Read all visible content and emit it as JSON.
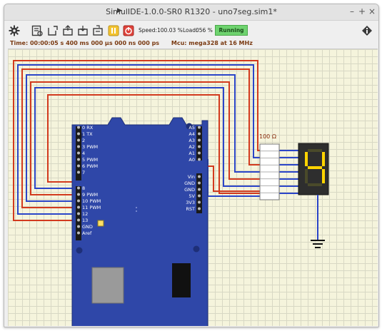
{
  "window": {
    "title": "SimulIDE-1.0.0-SR0 R1320 - uno7seg.sim1*",
    "minimize": "–",
    "maximize": "+",
    "close": "×"
  },
  "toolbar": {
    "speed_label": "Speed:",
    "speed_value": "100.03 %",
    "load_label": "Load:",
    "load_value": "056 %",
    "status": "Running"
  },
  "status": {
    "time": "Time: 00:00:05 s  400 ms  000 µs  000 ns  000 ps",
    "mcu": "Mcu: mega328 at 16 MHz"
  },
  "board": {
    "left_pins": [
      {
        "num": "0",
        "label": "RX"
      },
      {
        "num": "1",
        "label": "TX"
      },
      {
        "num": "2",
        "label": ""
      },
      {
        "num": "3",
        "label": "PWM"
      },
      {
        "num": "4",
        "label": ""
      },
      {
        "num": "5",
        "label": "PWM"
      },
      {
        "num": "6",
        "label": "PWM"
      },
      {
        "num": "7",
        "label": ""
      },
      {
        "num": "8",
        "label": ""
      },
      {
        "num": "9",
        "label": "PWM"
      },
      {
        "num": "10",
        "label": "PWM"
      },
      {
        "num": "11",
        "label": "PWM"
      },
      {
        "num": "12",
        "label": ""
      },
      {
        "num": "13",
        "label": ""
      },
      {
        "num": "GND",
        "label": ""
      },
      {
        "num": "Aref",
        "label": ""
      }
    ],
    "right_pins_top": [
      "A5",
      "A4",
      "A3",
      "A2",
      "A1",
      "A0"
    ],
    "right_pins_bottom": [
      "Vin",
      "GND",
      "GND",
      "5V",
      "3V3",
      "RST"
    ]
  },
  "resistor_label": "100 Ω",
  "display": {
    "digit": "4",
    "digit_color": "#ffd400"
  },
  "colors": {
    "wire_red": "#d23a1e",
    "wire_blue": "#2b45c8",
    "board": "#2f47a8",
    "running": "#6fd36f"
  }
}
